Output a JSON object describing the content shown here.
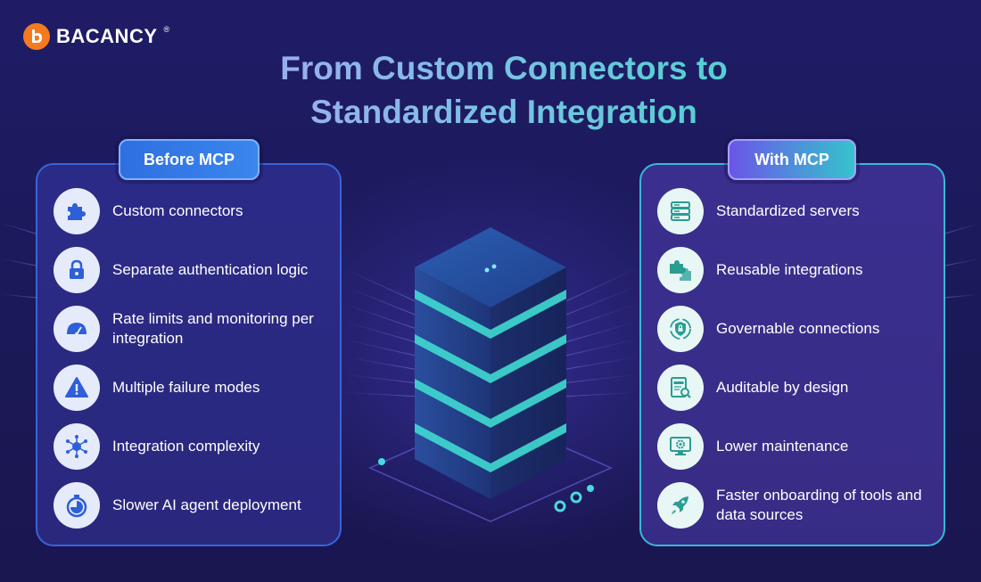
{
  "brand": {
    "name": "BACANCY",
    "reg": "®",
    "color": "#f47a20"
  },
  "title": {
    "line1": "From Custom Connectors to",
    "line2": "Standardized Integration"
  },
  "before": {
    "label": "Before MCP",
    "items": [
      {
        "text": "Custom connectors",
        "icon": "puzzle-icon"
      },
      {
        "text": "Separate authentication logic",
        "icon": "lock-icon"
      },
      {
        "text": "Rate limits and monitoring per integration",
        "icon": "gauge-icon"
      },
      {
        "text": "Multiple failure modes",
        "icon": "warning-icon"
      },
      {
        "text": "Integration complexity",
        "icon": "network-hub-icon"
      },
      {
        "text": "Slower AI agent deployment",
        "icon": "stopwatch-icon"
      }
    ]
  },
  "with": {
    "label": "With MCP",
    "items": [
      {
        "text": "Standardized servers",
        "icon": "server-stack-icon"
      },
      {
        "text": "Reusable integrations",
        "icon": "puzzle-pieces-icon"
      },
      {
        "text": "Governable connections",
        "icon": "shield-lock-icon"
      },
      {
        "text": "Auditable by design",
        "icon": "audit-document-icon"
      },
      {
        "text": "Lower maintenance",
        "icon": "monitor-gear-icon"
      },
      {
        "text": "Faster onboarding of tools and data sources",
        "icon": "rocket-icon"
      }
    ]
  },
  "colors": {
    "background": "#1c1a5c",
    "left_border": "#3a63d6",
    "right_border": "#3ab7d8",
    "left_icon": "#2e5fd8",
    "right_icon": "#2a9d93",
    "tower_glow": "#3fd9d0"
  }
}
